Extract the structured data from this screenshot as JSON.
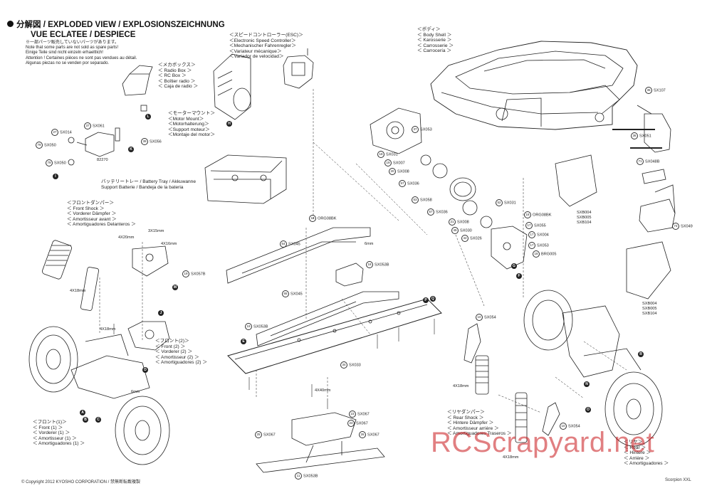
{
  "title": {
    "line1": "分解図 / EXPLODED VIEW / EXPLOSIONSZEICHNUNG",
    "line2": "VUE ECLATEE / DESPIECE"
  },
  "notes": [
    "※一部パーツ販売していないパーツがあります。",
    "Note that some parts are not sold as spare parts!",
    "Einige Teile sind nicht einzeln erhaeltlich!",
    "Attention ! Certaines pièces ne sont pas vendues au détail.",
    "Algunas piezas no se venden por separado."
  ],
  "groups": {
    "esc": [
      "＜スピードコントローラー(ESC)＞",
      "＜Electronic Speed Controller＞",
      "＜Mechanischer Fahrenregler＞",
      "＜Variateur mécanique＞",
      "＜Variador de velocidad＞"
    ],
    "body": [
      "＜ボディ＞",
      "＜ Body Shell ＞",
      "＜ Karosserie ＞",
      "＜ Carrosserie ＞",
      "＜ Carrocería ＞"
    ],
    "radio_box": [
      "＜メカボックス＞",
      "＜ Radio Box ＞",
      "＜ RC Box ＞",
      "＜ Boîtier radio ＞",
      "＜ Caja de radio ＞"
    ],
    "motor_mount": [
      "＜モーターマウント＞",
      "＜Motor Mount＞",
      "＜Motorhalterung＞",
      "＜Support moteur＞",
      "＜Montaje del motor＞"
    ],
    "battery_tray": [
      "バッテリートレー / Battery Tray / Akkuwanne",
      "Support Batterie / Bandeja de la bateria"
    ],
    "front_shock": [
      "＜フロントダンパー＞",
      "＜ Front Shock ＞",
      "＜ Vorderer Dämpfer ＞",
      "＜ Amortisseur avant ＞",
      "＜ Amortiguadores Delanteros ＞"
    ],
    "front2": [
      "＜フロント(2)＞",
      "＜ Front (2) ＞",
      "＜ Vorderer (2) ＞",
      "＜ Amortisseur (2) ＞",
      "＜ Amortiguadores (2) ＞"
    ],
    "front1": [
      "＜フロント(1)＞",
      "＜ Front (1) ＞",
      "＜ Vorderer (1) ＞",
      "＜ Amortisseur (1) ＞",
      "＜ Amortiguadores (1) ＞"
    ],
    "rear_shock": [
      "＜リヤダンパー＞",
      "＜ Rear Shock ＞",
      "＜ Hintere Dämpfer ＞",
      "＜ Amortisseur arrière ＞",
      "＜ Amortiguadores Traseros ＞"
    ],
    "rear": [
      "＜リヤ＞",
      "＜ Rear ＞",
      "＜ Hintere ＞",
      "＜ Arrière ＞",
      "＜ Amortiguadores ＞"
    ]
  },
  "parts": [
    {
      "n": "27",
      "code": "SX014"
    },
    {
      "n": "37",
      "code": "SX061"
    },
    {
      "n": "79",
      "code": "SX050"
    },
    {
      "n": "39",
      "code": "SX056"
    },
    {
      "n": "79",
      "code": "SX050"
    },
    {
      "n": "",
      "code": "82270"
    },
    {
      "n": "19",
      "code": "SX057B"
    },
    {
      "n": "64",
      "code": "SX045"
    },
    {
      "n": "65",
      "code": "SX045"
    },
    {
      "n": "18",
      "code": "ORG08BK"
    },
    {
      "n": "18",
      "code": "SX053B"
    },
    {
      "n": "19",
      "code": "SX053B"
    },
    {
      "n": "34",
      "code": "SX033"
    },
    {
      "n": "37",
      "code": "SX053"
    },
    {
      "n": "18",
      "code": "SX031"
    },
    {
      "n": "19",
      "code": "SX007"
    },
    {
      "n": "20",
      "code": "SX008"
    },
    {
      "n": "57",
      "code": "SX036"
    },
    {
      "n": "53",
      "code": "SX058"
    },
    {
      "n": "57",
      "code": "SX036"
    },
    {
      "n": "52",
      "code": "SX031"
    },
    {
      "n": "18",
      "code": "ORG08BK"
    },
    {
      "n": "21",
      "code": "SX008"
    },
    {
      "n": "17",
      "code": "SX055"
    },
    {
      "n": "42",
      "code": "SX026"
    },
    {
      "n": "45",
      "code": "SX030"
    },
    {
      "n": "17",
      "code": "SX004"
    },
    {
      "n": "17",
      "code": "SX053"
    },
    {
      "n": "18",
      "code": "BRG005"
    },
    {
      "n": "35",
      "code": "SX107"
    },
    {
      "n": "36",
      "code": "SX051"
    },
    {
      "n": "71",
      "code": "SX048B"
    },
    {
      "n": "74",
      "code": "SX049"
    },
    {
      "n": "10",
      "code": "SX054"
    },
    {
      "n": "10",
      "code": "SX054"
    },
    {
      "n": "23",
      "code": "SX067"
    },
    {
      "n": "24",
      "code": "SX067"
    },
    {
      "n": "25",
      "code": "SX067"
    },
    {
      "n": "26",
      "code": "SX067"
    },
    {
      "n": "11",
      "code": "SX053B"
    }
  ],
  "multi_codes": {
    "upper": [
      "SXB004",
      "SXB005",
      "SXB104"
    ],
    "lower": [
      "SXB004",
      "SXB005",
      "SXB104"
    ]
  },
  "dims": [
    "4X20mm",
    "3X15mm",
    "4X16mm",
    "4X18mm",
    "4X18mm",
    "6mm",
    "6mm",
    "4X40mm",
    "4X18mm",
    "4X18mm"
  ],
  "markers": [
    "A",
    "B",
    "C",
    "D",
    "E",
    "F",
    "G",
    "H",
    "I",
    "J",
    "K",
    "L",
    "M",
    "N",
    "O",
    "P",
    "Q",
    "R"
  ],
  "footer": {
    "copyright": "© Copyright 2012 KYOSHO CORPORATION / 禁無断転載複製",
    "model": "Scorpion XXL"
  },
  "watermark": "RCScrapyard.net"
}
